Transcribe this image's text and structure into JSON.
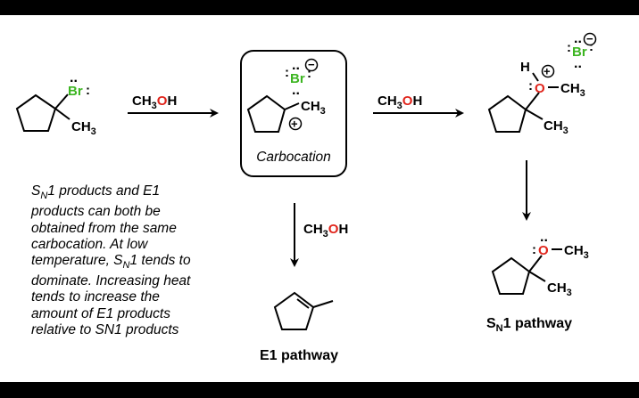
{
  "colors": {
    "oxygen": "#e0241b",
    "bromine": "#3cb521",
    "bond": "#000000",
    "frame": "#000000"
  },
  "labels": {
    "br": "Br",
    "ch3": "CH",
    "ch3_sub": "3",
    "o": "O",
    "h": "H",
    "dots_vertical": "..",
    "dots_colon": ":",
    "plus": "+",
    "minus": "−"
  },
  "reagent": {
    "prefix": "CH",
    "sub": "3",
    "o": "O",
    "h": "H"
  },
  "carbocation_caption": "Carbocation",
  "note_lines": [
    {
      "pre": "S",
      "sub": "N",
      "post": "1 products and E1"
    },
    {
      "pre": "products can both be"
    },
    {
      "pre": "obtained from the same"
    },
    {
      "pre": "carbocation. At low"
    },
    {
      "pre": "temperature, S",
      "sub": "N",
      "post": "1 tends to"
    },
    {
      "pre": "dominate. Increasing heat"
    },
    {
      "pre": "tends to increase the"
    },
    {
      "pre": "amount of E1 products"
    },
    {
      "pre": "relative to SN1 products"
    }
  ],
  "e1_caption": "E1 pathway",
  "sn1_caption": {
    "pre": "S",
    "sub": "N",
    "post": "1 pathway"
  }
}
